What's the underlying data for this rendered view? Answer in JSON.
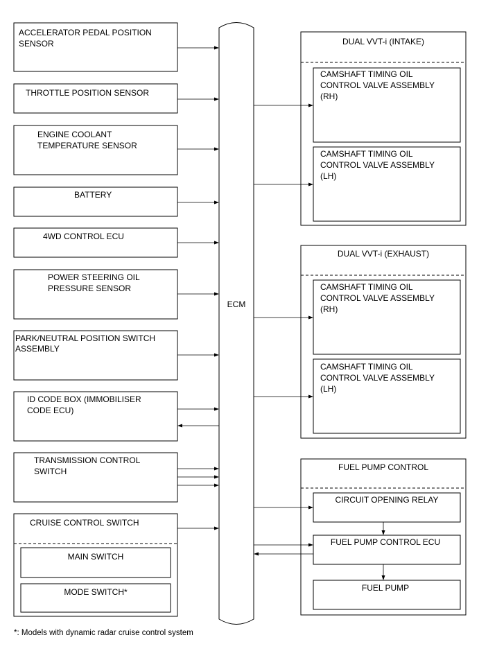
{
  "ecm_label": "ECM",
  "inputs": [
    {
      "id": "app",
      "lines": [
        "ACCELERATOR PEDAL POSITION",
        "SENSOR"
      ]
    },
    {
      "id": "tps",
      "lines": [
        "THROTTLE POSITION SENSOR"
      ]
    },
    {
      "id": "ect",
      "lines": [
        "ENGINE COOLANT",
        "TEMPERATURE SENSOR"
      ]
    },
    {
      "id": "battery",
      "lines": [
        "BATTERY"
      ]
    },
    {
      "id": "4wd",
      "lines": [
        "4WD CONTROL ECU"
      ]
    },
    {
      "id": "psops",
      "lines": [
        "POWER STEERING OIL",
        "PRESSURE SENSOR"
      ]
    },
    {
      "id": "pnp",
      "lines": [
        "PARK/NEUTRAL POSITION SWITCH",
        "ASSEMBLY"
      ]
    },
    {
      "id": "idbox",
      "lines": [
        "ID CODE BOX (IMMOBILISER",
        "CODE ECU)"
      ]
    },
    {
      "id": "tcs",
      "lines": [
        "TRANSMISSION CONTROL",
        "SWITCH"
      ]
    }
  ],
  "cruise_group": {
    "title": "CRUISE CONTROL SWITCH",
    "items": [
      "MAIN SWITCH",
      "MODE SWITCH*"
    ]
  },
  "output_groups": [
    {
      "title": "DUAL VVT-i (INTAKE)",
      "items": [
        [
          "CAMSHAFT TIMING OIL",
          "CONTROL VALVE ASSEMBLY",
          "(RH)"
        ],
        [
          "CAMSHAFT TIMING OIL",
          "CONTROL VALVE ASSEMBLY",
          "(LH)"
        ]
      ]
    },
    {
      "title": "DUAL VVT-i (EXHAUST)",
      "items": [
        [
          "CAMSHAFT TIMING OIL",
          "CONTROL VALVE ASSEMBLY",
          "(RH)"
        ],
        [
          "CAMSHAFT TIMING OIL",
          "CONTROL VALVE ASSEMBLY",
          "(LH)"
        ]
      ]
    },
    {
      "title": "FUEL PUMP CONTROL",
      "items": [
        [
          "CIRCUIT OPENING RELAY"
        ],
        [
          "FUEL PUMP CONTROL ECU"
        ],
        [
          "FUEL PUMP"
        ]
      ]
    }
  ],
  "footnote": "*: Models with dynamic radar cruise control system"
}
